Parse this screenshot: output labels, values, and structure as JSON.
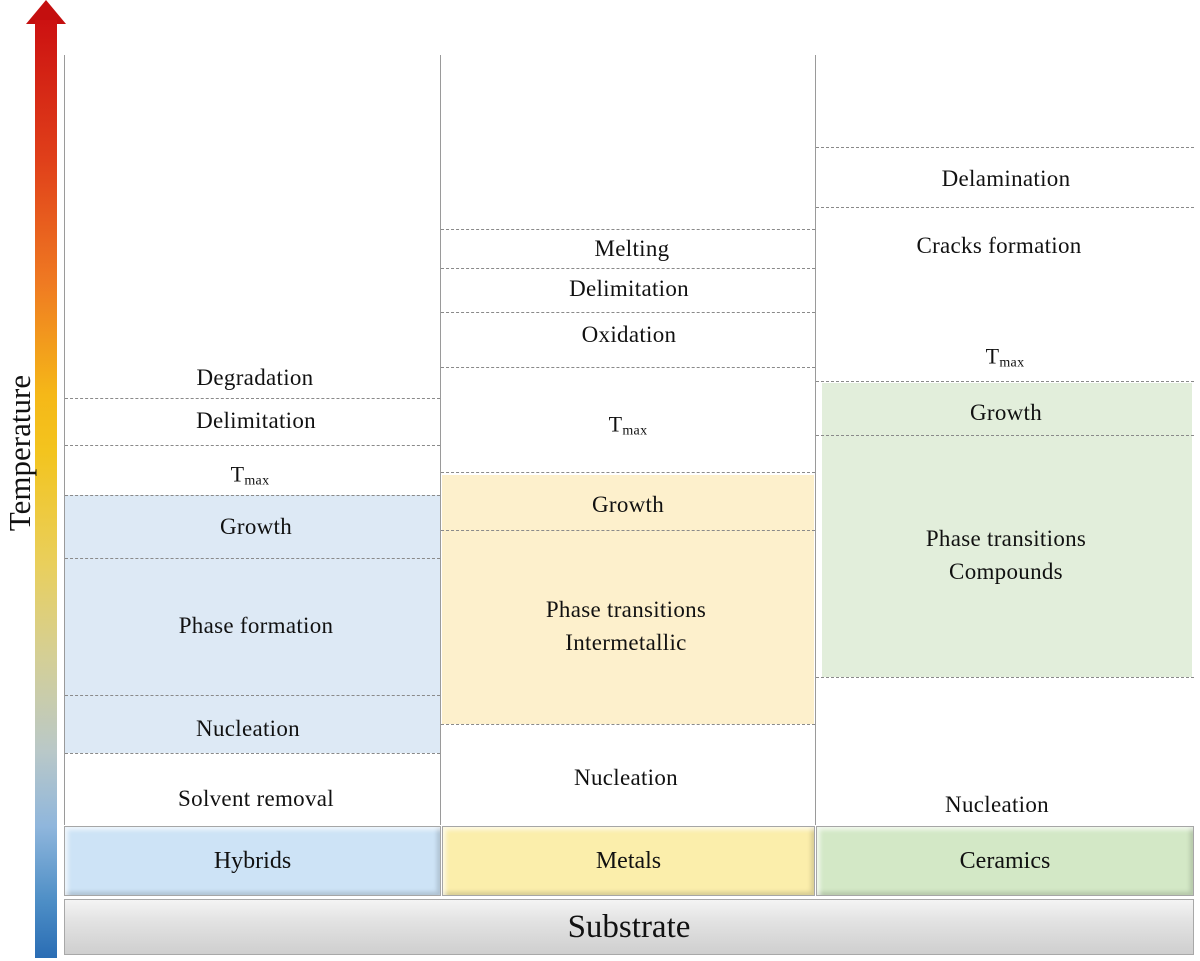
{
  "axis": {
    "label": "Temperature"
  },
  "substrate": {
    "label": "Substrate"
  },
  "columns": [
    {
      "material": "Hybrids",
      "color": "#cde3f6",
      "stages": [
        "Solvent removal",
        "Nucleation",
        "Phase formation",
        "Growth",
        "Delimitation",
        "Degradation"
      ],
      "tmax": {
        "main": "T",
        "sub": "max"
      }
    },
    {
      "material": "Metals",
      "color": "#fbeeab",
      "stages": [
        "Nucleation",
        "Phase transitions",
        "Intermetallic",
        "Growth",
        "Oxidation",
        "Delimitation",
        "Melting"
      ],
      "tmax": {
        "main": "T",
        "sub": "max"
      }
    },
    {
      "material": "Ceramics",
      "color": "#d3e8c6",
      "stages": [
        "Nucleation",
        "Phase transitions",
        "Compounds",
        "Growth",
        "Cracks formation",
        "Delamination"
      ],
      "tmax": {
        "main": "T",
        "sub": "max"
      }
    }
  ]
}
